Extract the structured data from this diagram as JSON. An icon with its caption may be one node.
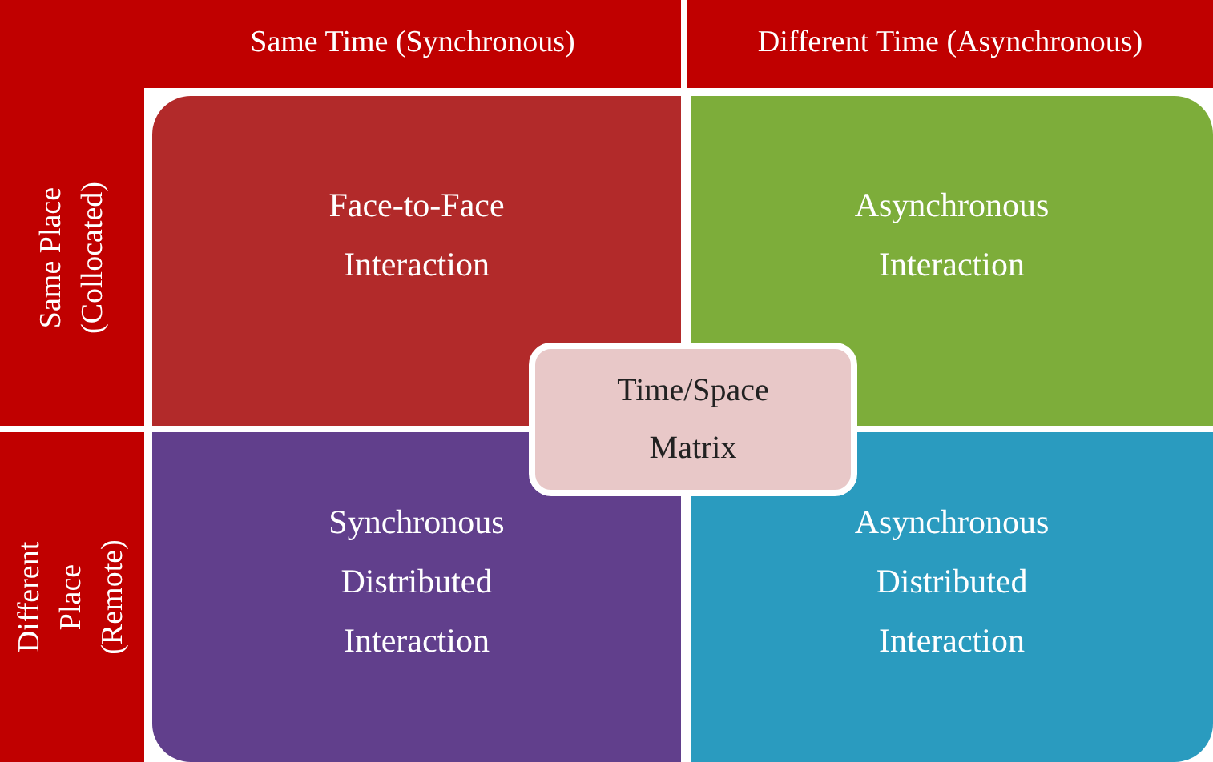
{
  "diagram": {
    "nodes": [
      {
        "text": [
          "Face-to-Face Interaction"
        ]
      },
      {
        "text": [
          "Asynchronous Interaction"
        ]
      },
      {
        "text": [
          "Synchronous Distributed Interaction"
        ]
      },
      {
        "text": [
          "Asynchronous Distributed Interaction"
        ]
      },
      {
        "text": [
          "Time/Space Matrix"
        ]
      }
    ],
    "edges": [],
    "labels": [
      "Same Time (Synchronous)",
      "Different Time (Asynchronous)",
      "Same Place (Collocated)",
      "Different Place (Remote)"
    ]
  }
}
